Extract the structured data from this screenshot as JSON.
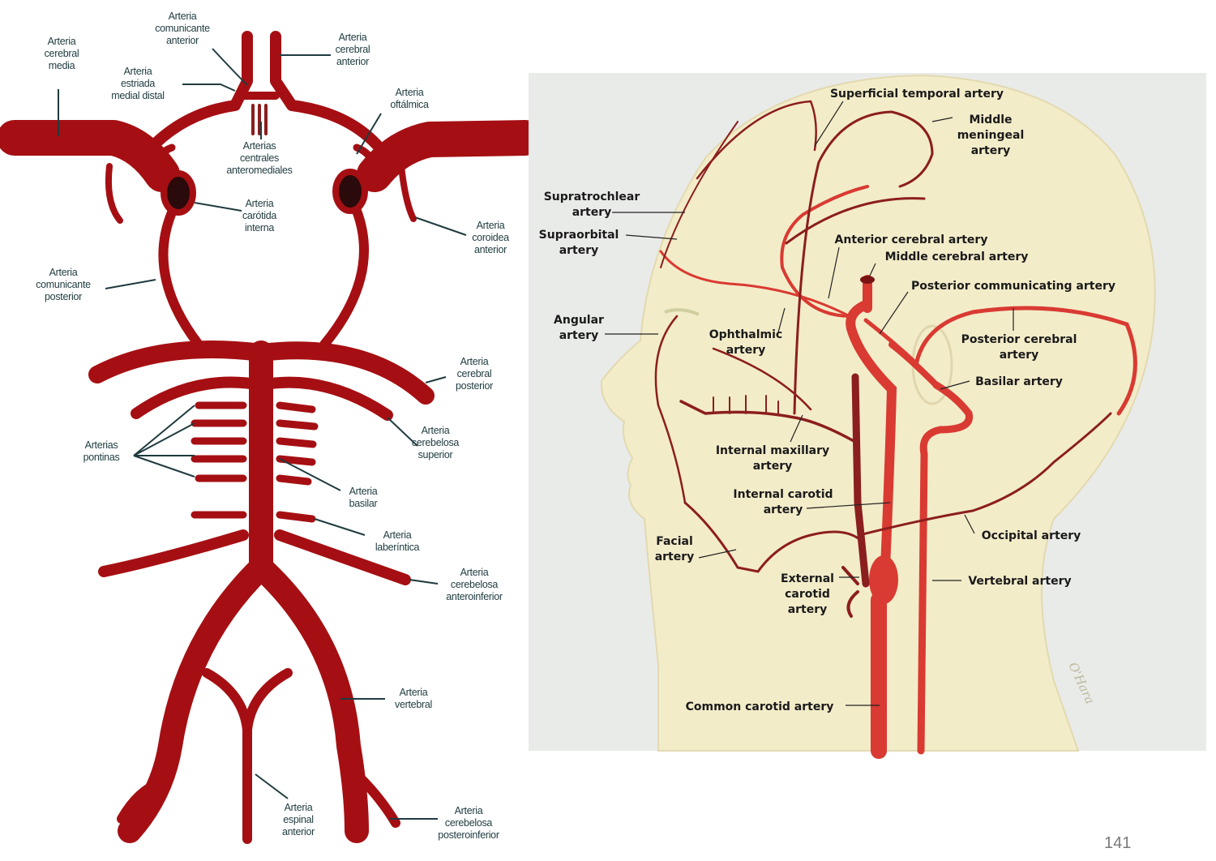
{
  "circle_of_willis": {
    "labels": {
      "arteria_comunicante_anterior": [
        "Arteria",
        "comunicante",
        "anterior"
      ],
      "arteria_cerebral_media": [
        "Arteria",
        "cerebral",
        "media"
      ],
      "arteria_estriada_medial_distal": [
        "Arteria",
        "estriada",
        "medial distal"
      ],
      "arteria_cerebral_anterior": [
        "Arteria",
        "cerebral",
        "anterior"
      ],
      "arteria_oftalmica": [
        "Arteria",
        "oftálmica"
      ],
      "arterias_centrales_anteromediales": [
        "Arterias",
        "centrales",
        "anteromediales"
      ],
      "arteria_carotida_interna": [
        "Arteria",
        "carótida",
        "interna"
      ],
      "arteria_coroidea_anterior": [
        "Arteria",
        "coroidea",
        "anterior"
      ],
      "arteria_comunicante_posterior": [
        "Arteria",
        "comunicante",
        "posterior"
      ],
      "arteria_cerebral_posterior": [
        "Arteria",
        "cerebral",
        "posterior"
      ],
      "arterias_pontinas": [
        "Arterias",
        "pontinas"
      ],
      "arteria_cerebelosa_superior": [
        "Arteria",
        "cerebelosa",
        "superior"
      ],
      "arteria_basilar": [
        "Arteria",
        "basilar"
      ],
      "arteria_laberintica": [
        "Arteria",
        "laberíntica"
      ],
      "arteria_cerebelosa_anteroinferior": [
        "Arteria",
        "cerebelosa",
        "anteroinferior"
      ],
      "arteria_vertebral": [
        "Arteria",
        "vertebral"
      ],
      "arteria_espinal_anterior": [
        "Arteria",
        "espinal",
        "anterior"
      ],
      "arteria_cerebelosa_posteroinferior": [
        "Arteria",
        "cerebelosa",
        "posteroinferior"
      ]
    }
  },
  "head_arteries": {
    "labels": {
      "superficial_temporal": [
        "Superficial temporal artery"
      ],
      "middle_meningeal": [
        "Middle",
        "meningeal",
        "artery"
      ],
      "supratrochlear": [
        "Supratrochlear",
        "artery"
      ],
      "supraorbital": [
        "Supraorbital",
        "artery"
      ],
      "anterior_cerebral": [
        "Anterior cerebral artery"
      ],
      "middle_cerebral": [
        "Middle cerebral artery"
      ],
      "posterior_communicating": [
        "Posterior communicating artery"
      ],
      "angular": [
        "Angular",
        "artery"
      ],
      "ophthalmic": [
        "Ophthalmic",
        "artery"
      ],
      "posterior_cerebral": [
        "Posterior cerebral",
        "artery"
      ],
      "basilar": [
        "Basilar artery"
      ],
      "internal_maxillary": [
        "Internal maxillary",
        "artery"
      ],
      "internal_carotid": [
        "Internal carotid",
        "artery"
      ],
      "occipital": [
        "Occipital artery"
      ],
      "facial": [
        "Facial",
        "artery"
      ],
      "external_carotid": [
        "External",
        "carotid",
        "artery"
      ],
      "vertebral": [
        "Vertebral artery"
      ],
      "common_carotid": [
        "Common carotid artery"
      ]
    },
    "signature": "O'Hara"
  },
  "page_number": "141",
  "colors": {
    "artery_left": "#a50f13",
    "artery_dark": "#8b1e1e",
    "artery_bright": "#d93a32",
    "panel_bg": "#e9ebe9",
    "head_skin": "#f3ecc9"
  }
}
